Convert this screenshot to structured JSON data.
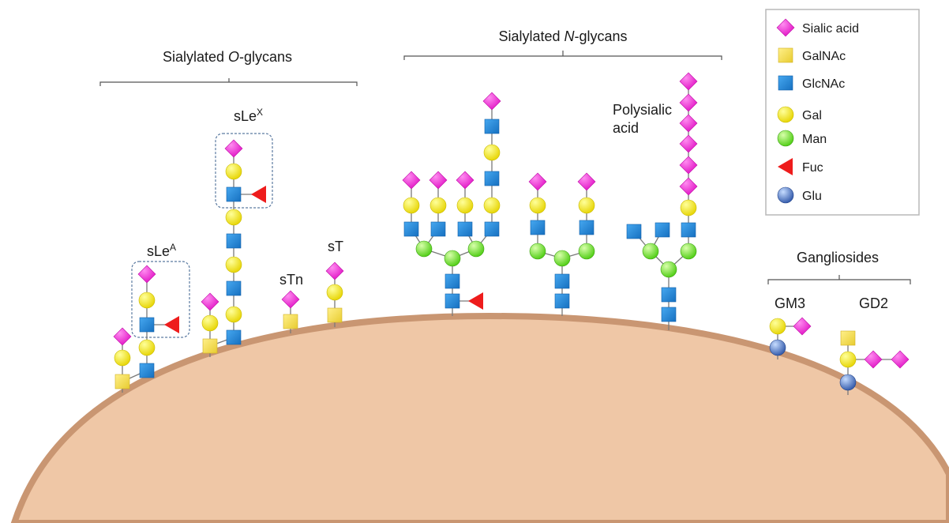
{
  "groups": {
    "o_glycans": {
      "prefix": "Sialylated ",
      "italic": "O",
      "suffix": "-glycans"
    },
    "n_glycans": {
      "prefix": "Sialylated ",
      "italic": "N",
      "suffix": "-glycans"
    },
    "gangliosides": "Gangliosides"
  },
  "labels": {
    "sle_a": {
      "base": "sLe",
      "sup": "A"
    },
    "sle_x": {
      "base": "sLe",
      "sup": "X"
    },
    "stn": "sTn",
    "st": "sT",
    "polysialic_line1": "Polysialic",
    "polysialic_line2": "acid",
    "gm3": "GM3",
    "gd2": "GD2"
  },
  "legend": [
    {
      "name": "Sialic acid",
      "shape": "diamond",
      "color": "#ee22cc"
    },
    {
      "name": "GalNAc",
      "shape": "square",
      "color": "#f3df52"
    },
    {
      "name": "GlcNAc",
      "shape": "square",
      "color": "#1e88d6"
    },
    {
      "name": "Gal",
      "shape": "circle",
      "color": "#f2ea00"
    },
    {
      "name": "Man",
      "shape": "circle",
      "color": "#66e61e"
    },
    {
      "name": "Fuc",
      "shape": "triangle",
      "color": "#ee1c1c"
    },
    {
      "name": "Glu",
      "shape": "circle",
      "color": "#4a78c8"
    }
  ],
  "colors": {
    "cell_fill": "#efc7a6",
    "cell_border": "#c99672",
    "bracket": "#555555",
    "box_border": "#5b7aa0"
  }
}
